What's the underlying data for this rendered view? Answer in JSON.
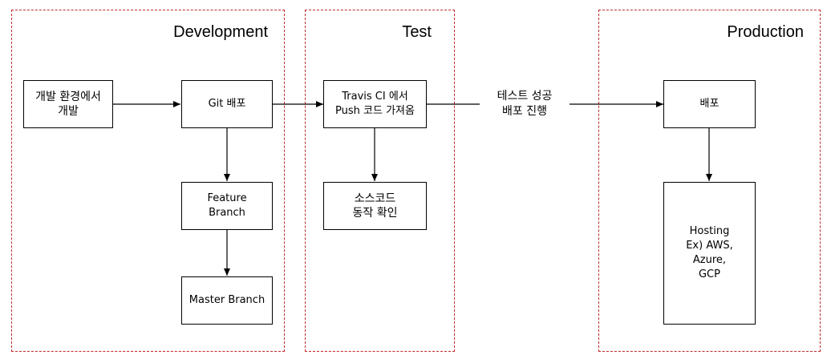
{
  "zones": {
    "development": {
      "title": "Development"
    },
    "test": {
      "title": "Test"
    },
    "production": {
      "title": "Production"
    }
  },
  "nodes": {
    "dev_env": "개발 환경에서\n개발",
    "git_deploy": "Git 배포",
    "feature_branch": "Feature\nBranch",
    "master_branch": "Master Branch",
    "travis": "Travis CI 에서\nPush 코드 가져옴",
    "source_check": "소스코드\n동작 확인",
    "deploy": "배포",
    "hosting": "Hosting\nEx) AWS,\nAzure,\nGCP"
  },
  "edge_labels": {
    "test_success": "테스트 성공\n배포 진행"
  }
}
